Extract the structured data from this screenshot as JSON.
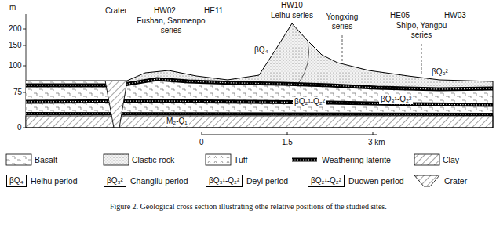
{
  "diagram": {
    "caption": "Figure 2. Geological cross section illustrating othe relative positions of the studied sites.",
    "nodes": [
      {
        "text": [
          "βQ₄"
        ]
      },
      {
        "text": [
          "βQ₃²"
        ]
      },
      {
        "text": [
          "βQ₃¹-Q₂²"
        ]
      },
      {
        "text": [
          "βQ₂¹-Q₂²"
        ]
      }
    ],
    "labels": [
      "m",
      "200",
      "150",
      "100",
      "75",
      "0",
      "Crater",
      "HW02",
      "HE11",
      "Fushan, Sanmenpo series",
      "HW10",
      "Leihu series",
      "βQ₄",
      "Yongxing series",
      "HE05",
      "HW03",
      "Shipo, Yangpu series",
      "βQ₃²",
      "M₂-Q₁",
      "βQ₂¹-Q₂²",
      "βQ₃¹-Q₂²",
      "0",
      "1.5",
      "3 km"
    ],
    "legend": [
      {
        "text": "Basalt"
      },
      {
        "text": "Clastic rock"
      },
      {
        "text": "Tuff"
      },
      {
        "text": "Weathering laterite"
      },
      {
        "text": "Clay"
      },
      {
        "text": "Heihu period"
      },
      {
        "text": "Changliu period"
      },
      {
        "text": "Deyi period"
      },
      {
        "text": "Duowen period"
      },
      {
        "text": "Crater"
      }
    ]
  }
}
